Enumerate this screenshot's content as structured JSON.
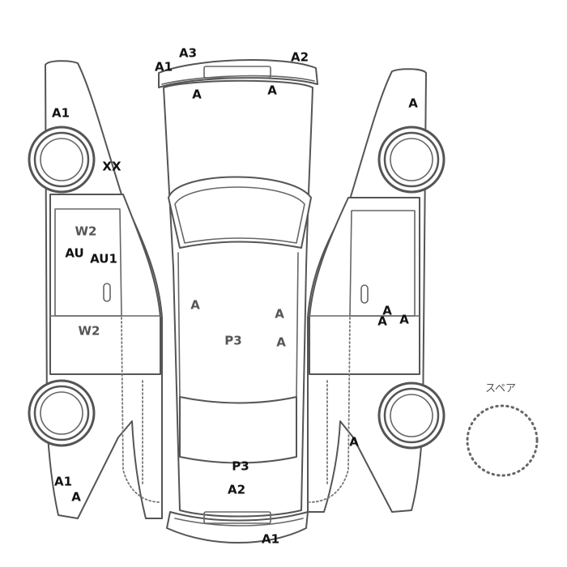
{
  "spare_tire_label": "スペア",
  "damage_marks": [
    {
      "code": "A1",
      "zone": "front-bumper-left",
      "tone": "dark"
    },
    {
      "code": "A3",
      "zone": "front-bumper-center",
      "tone": "dark"
    },
    {
      "code": "A2",
      "zone": "front-bumper-right",
      "tone": "dark"
    },
    {
      "code": "A",
      "zone": "front-grille-left",
      "tone": "dark"
    },
    {
      "code": "A",
      "zone": "front-grille-right",
      "tone": "dark"
    },
    {
      "code": "A1",
      "zone": "left-front-fender",
      "tone": "dark"
    },
    {
      "code": "XX",
      "zone": "left-front-fender-rear",
      "tone": "dark"
    },
    {
      "code": "W2",
      "zone": "left-front-door-glass",
      "tone": "grey"
    },
    {
      "code": "AU",
      "zone": "left-front-door",
      "tone": "dark"
    },
    {
      "code": "AU1",
      "zone": "left-front-door",
      "tone": "dark"
    },
    {
      "code": "W2",
      "zone": "left-rear-door-glass",
      "tone": "grey"
    },
    {
      "code": "A1",
      "zone": "left-rear-quarter",
      "tone": "dark"
    },
    {
      "code": "A",
      "zone": "left-rear-quarter",
      "tone": "dark"
    },
    {
      "code": "A",
      "zone": "right-front-fender",
      "tone": "dark"
    },
    {
      "code": "A",
      "zone": "right-rear-door",
      "tone": "dark"
    },
    {
      "code": "A",
      "zone": "right-rear-door",
      "tone": "dark"
    },
    {
      "code": "A",
      "zone": "right-rear-door",
      "tone": "dark"
    },
    {
      "code": "A",
      "zone": "right-rear-quarter",
      "tone": "dark"
    },
    {
      "code": "A",
      "zone": "roof-left",
      "tone": "grey"
    },
    {
      "code": "A",
      "zone": "roof-right",
      "tone": "grey"
    },
    {
      "code": "P3",
      "zone": "roof-center",
      "tone": "grey"
    },
    {
      "code": "A",
      "zone": "roof-right-lower",
      "tone": "grey"
    },
    {
      "code": "P3",
      "zone": "rear-window",
      "tone": "dark"
    },
    {
      "code": "A2",
      "zone": "tailgate",
      "tone": "dark"
    },
    {
      "code": "A1",
      "zone": "rear-bumper",
      "tone": "dark"
    }
  ]
}
